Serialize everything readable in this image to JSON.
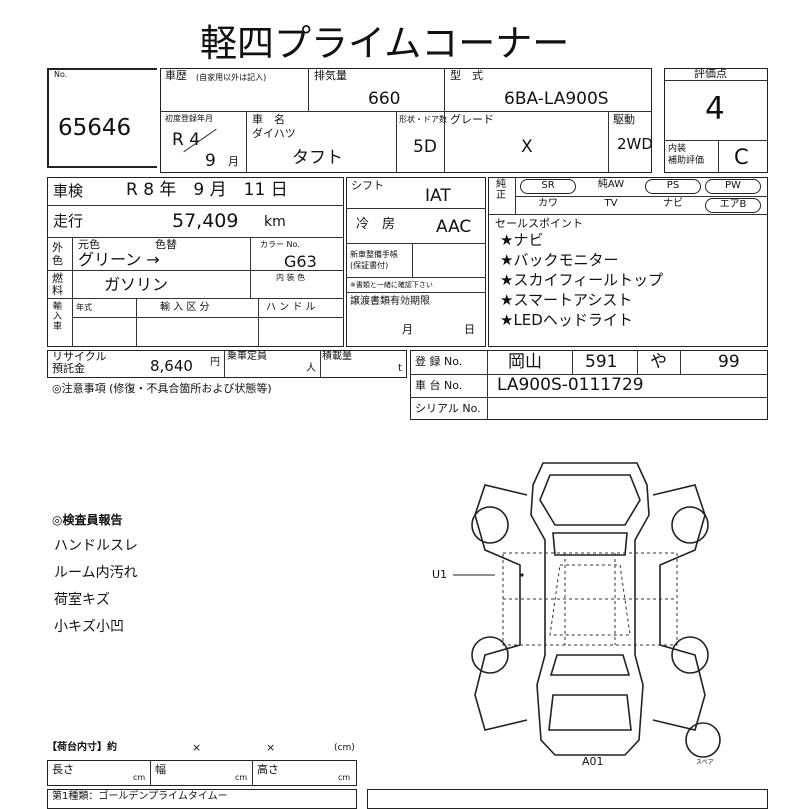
{
  "title": "軽四プライムコーナー",
  "lot_no_label": "No.",
  "lot_number": "65646",
  "history_label": "車歴",
  "history_note": "(自家用以外は記入)",
  "displacement_label": "排気量",
  "displacement": "660",
  "model_label": "型　式",
  "model": "6BA-LA900S",
  "rating_label": "評価点",
  "rating": "4",
  "first_reg_label": "初度登録年月",
  "first_reg_era": "R 4",
  "first_reg_month": "9",
  "first_reg_month_unit": "月",
  "car_name_label": "車　名",
  "maker": "ダイハツ",
  "car_name": "タフト",
  "doors_label": "形状・ドア数",
  "doors": "5D",
  "grade_label": "グレード",
  "grade": "X",
  "drive_label": "駆動",
  "drive": "2WD",
  "interior_label": "内装\n補助評価",
  "interior": "C",
  "inspection_label": "車検",
  "inspection_date": "R 8 年　9 月　11 日",
  "shift_label": "シフト",
  "shift": "IAT",
  "mileage_label": "走行",
  "mileage": "57,409",
  "mileage_unit": "km",
  "ac_label": "冷　房",
  "ac": "AAC",
  "equipment_label": "純正",
  "equipment": [
    "SR",
    "純AW",
    "PS",
    "PW",
    "カワ",
    "TV",
    "ナビ",
    "エアB"
  ],
  "equipment_circled": [
    "SR",
    "PS",
    "PW",
    "エアB"
  ],
  "color_side_label": "外色",
  "orig_color_label": "元色",
  "repaint_label": "色替",
  "color": "グリーン →",
  "color_no_label": "カラー No.",
  "color_no": "G63",
  "new_car_label": "新車整備手帳\n(保証書付)",
  "docs_note": "※書類と一緒に確認下さい",
  "fuel_label": "燃料",
  "fuel": "ガソリン",
  "interior_color_label": "内 装 色",
  "import_label": "輸入車",
  "year_label": "年式",
  "import_div_label": "輸 入 区 分",
  "handle_label": "ハ ン ド ル",
  "transfer_label": "譲渡書類有効期限",
  "month_label": "月",
  "day_label": "日",
  "selling_title": "セールスポイント",
  "selling_points": [
    "★ナビ",
    "★バックモニター",
    "★スカイフィールトップ",
    "★スマートアシスト",
    "★LEDヘッドライト"
  ],
  "recycle_label": "リサイクル\n預託金",
  "recycle": "8,640",
  "yen": "円",
  "capacity_label": "乗車定員",
  "person_unit": "人",
  "load_label": "積載量",
  "ton_unit": "t",
  "reg_label": "登 録 No.",
  "reg_area": "岡山",
  "reg_class": "591",
  "reg_kana": "や",
  "reg_num": "99",
  "chassis_label": "車 台 No.",
  "chassis": "LA900S-0111729",
  "serial_label": "シリアル No.",
  "notes_label": "◎注意事項 (修復・不具合箇所および状態等)",
  "inspector_title": "◎検査員報告",
  "inspector_notes": [
    "ハンドルスレ",
    "ルーム内汚れ",
    "荷室キズ",
    "小キズ小凹"
  ],
  "damage_u1": "U1",
  "damage_a01": "A01",
  "spare_label": "スペア",
  "cargo_label": "【荷台内寸】約",
  "times": "×",
  "cm": "(cm)",
  "length_label": "長さ",
  "width_label": "幅",
  "height_label": "高さ",
  "cm_unit": "cm",
  "bottom_text": "第1種類：ゴールデンプライムタイムー"
}
